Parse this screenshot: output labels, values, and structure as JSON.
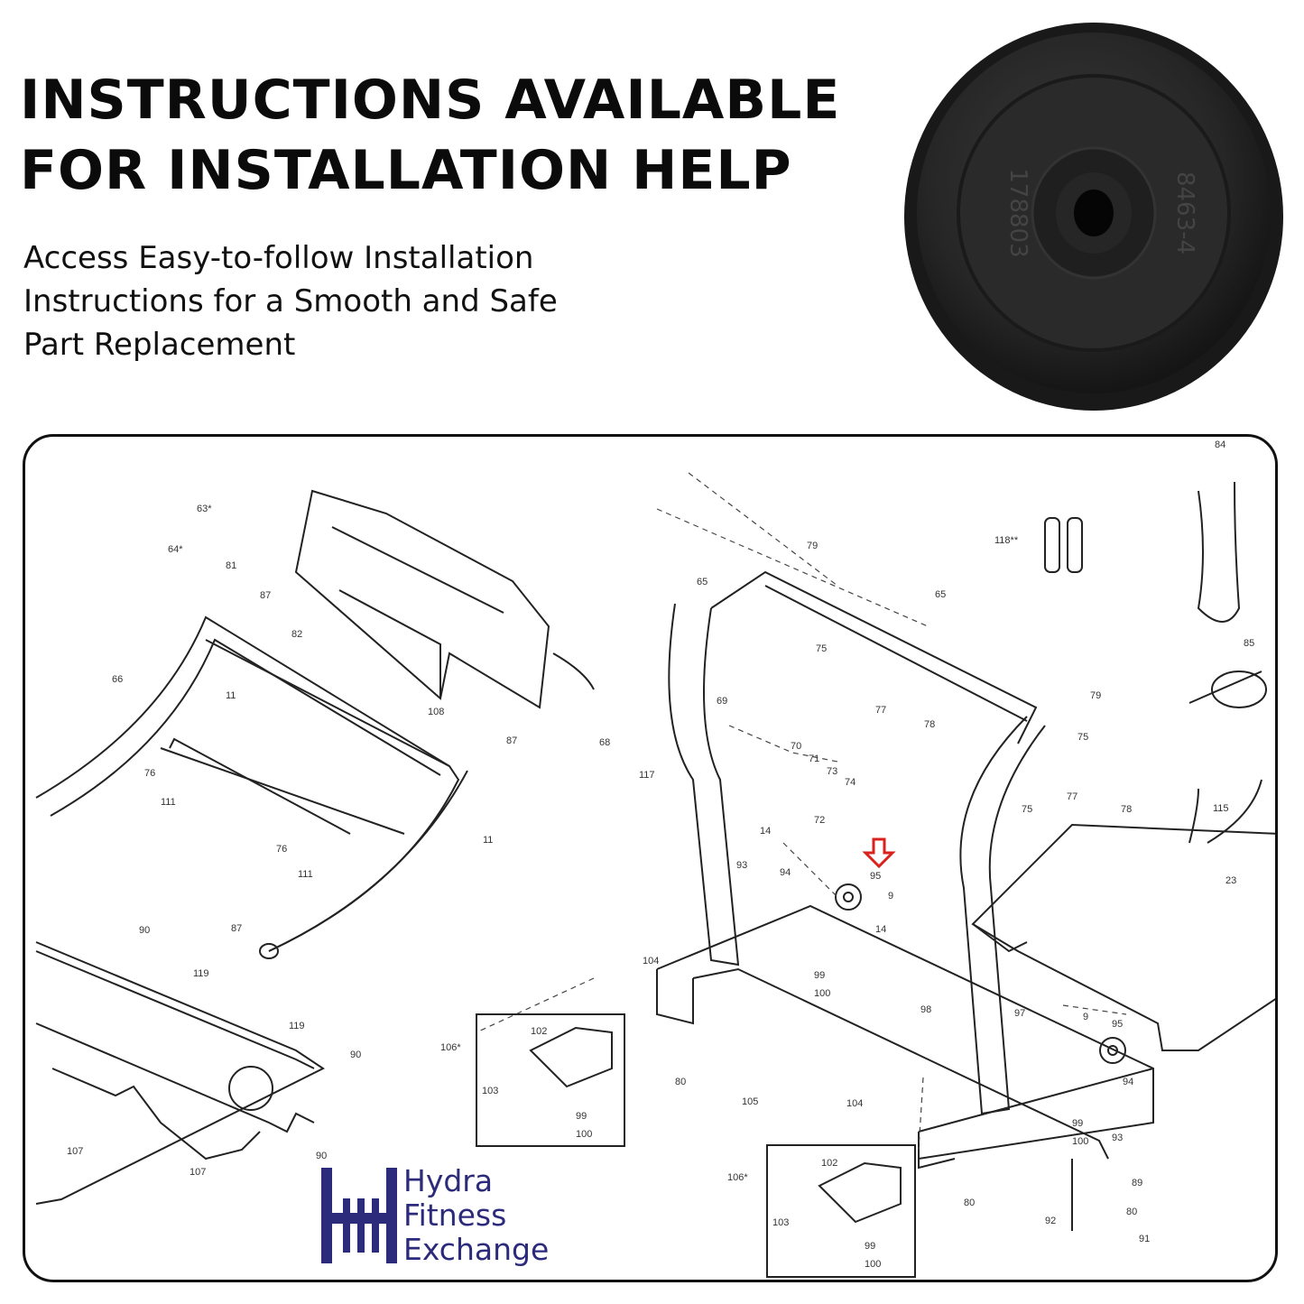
{
  "headline": {
    "line1": "INSTRUCTIONS AVAILABLE",
    "line2": "FOR INSTALLATION HELP"
  },
  "subtitle": {
    "line1": "Access Easy-to-follow Installation",
    "line2": "Instructions for a Smooth and Safe",
    "line3": "Part Replacement"
  },
  "wheel": {
    "part_marking_1": "178803",
    "part_marking_2": "8463-4"
  },
  "diagram": {
    "part_labels": [
      "63*",
      "64*",
      "81",
      "87",
      "82",
      "108",
      "66",
      "11",
      "87",
      "76",
      "111",
      "76",
      "111",
      "11",
      "90",
      "87",
      "119",
      "119",
      "90",
      "107",
      "107",
      "90",
      "79",
      "65",
      "65",
      "118**",
      "84",
      "85",
      "79",
      "75",
      "77",
      "78",
      "69",
      "68",
      "117",
      "70",
      "71",
      "73",
      "74",
      "72",
      "75",
      "77",
      "78",
      "75",
      "14",
      "93",
      "94",
      "95",
      "9",
      "14",
      "115",
      "23",
      "104",
      "99",
      "100",
      "98",
      "97",
      "9",
      "95",
      "106*",
      "102",
      "103",
      "99",
      "100",
      "80",
      "105",
      "104",
      "94",
      "99",
      "100",
      "93",
      "106*",
      "102",
      "103",
      "99",
      "100",
      "80",
      "89",
      "92",
      "80",
      "91"
    ],
    "highlight_color": "#d9221c"
  },
  "brand": {
    "line1": "Hydra",
    "line2": "Fitness",
    "line3": "Exchange",
    "primary_color": "#2c2a7a",
    "accent_color": "#2aa3c9"
  }
}
